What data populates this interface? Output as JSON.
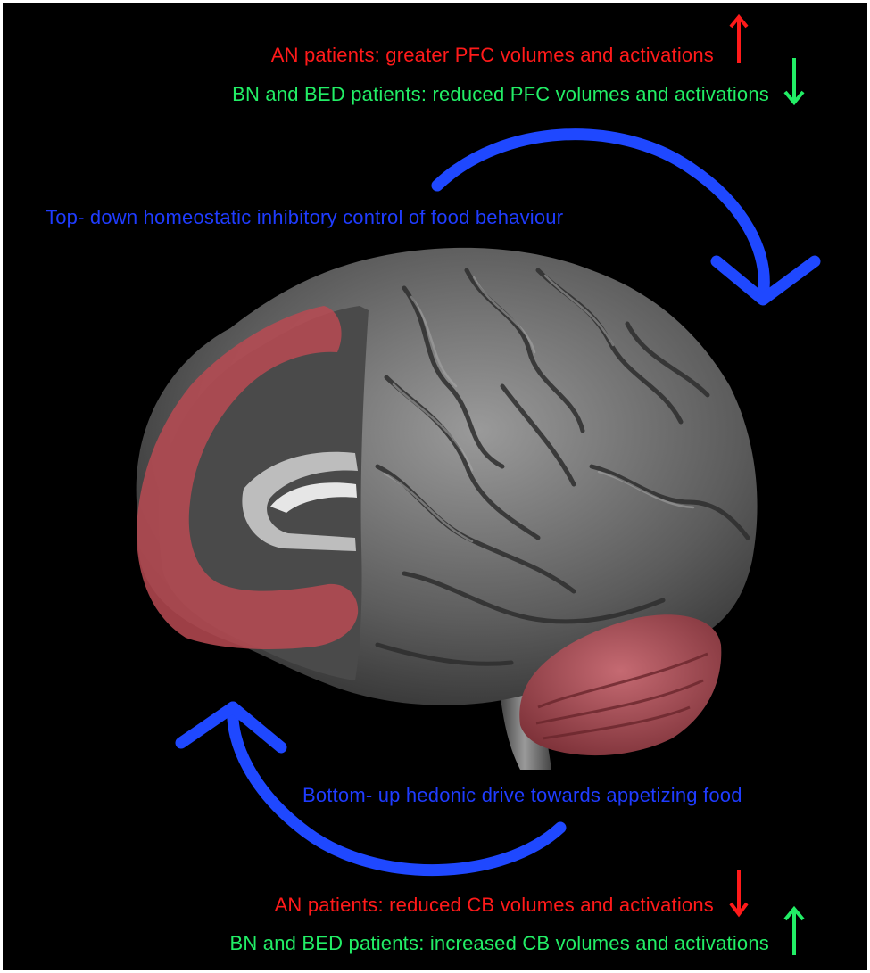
{
  "top_notes": {
    "an": "AN patients: greater PFC volumes and activations",
    "bn_bed": "BN and BED patients: reduced PFC volumes and activations"
  },
  "flows": {
    "top_down": "Top- down homeostatic inhibitory control of food behaviour",
    "bottom_up": "Bottom- up hedonic drive towards appetizing food"
  },
  "bottom_notes": {
    "an": "AN patients: reduced CB volumes and activations",
    "bn_bed": "BN and BED patients: increased CB volumes and activations"
  },
  "colors": {
    "an_text": "#ff1a1a",
    "bn_bed_text": "#22ee66",
    "flow_arrows": "#1f48ff",
    "highlight_regions": "#b84a52",
    "background": "#000000"
  },
  "icons": {
    "an_pfc": "arrow-up-icon",
    "bn_bed_pfc": "arrow-down-icon",
    "an_cb": "arrow-down-icon",
    "bn_bed_cb": "arrow-up-icon"
  }
}
